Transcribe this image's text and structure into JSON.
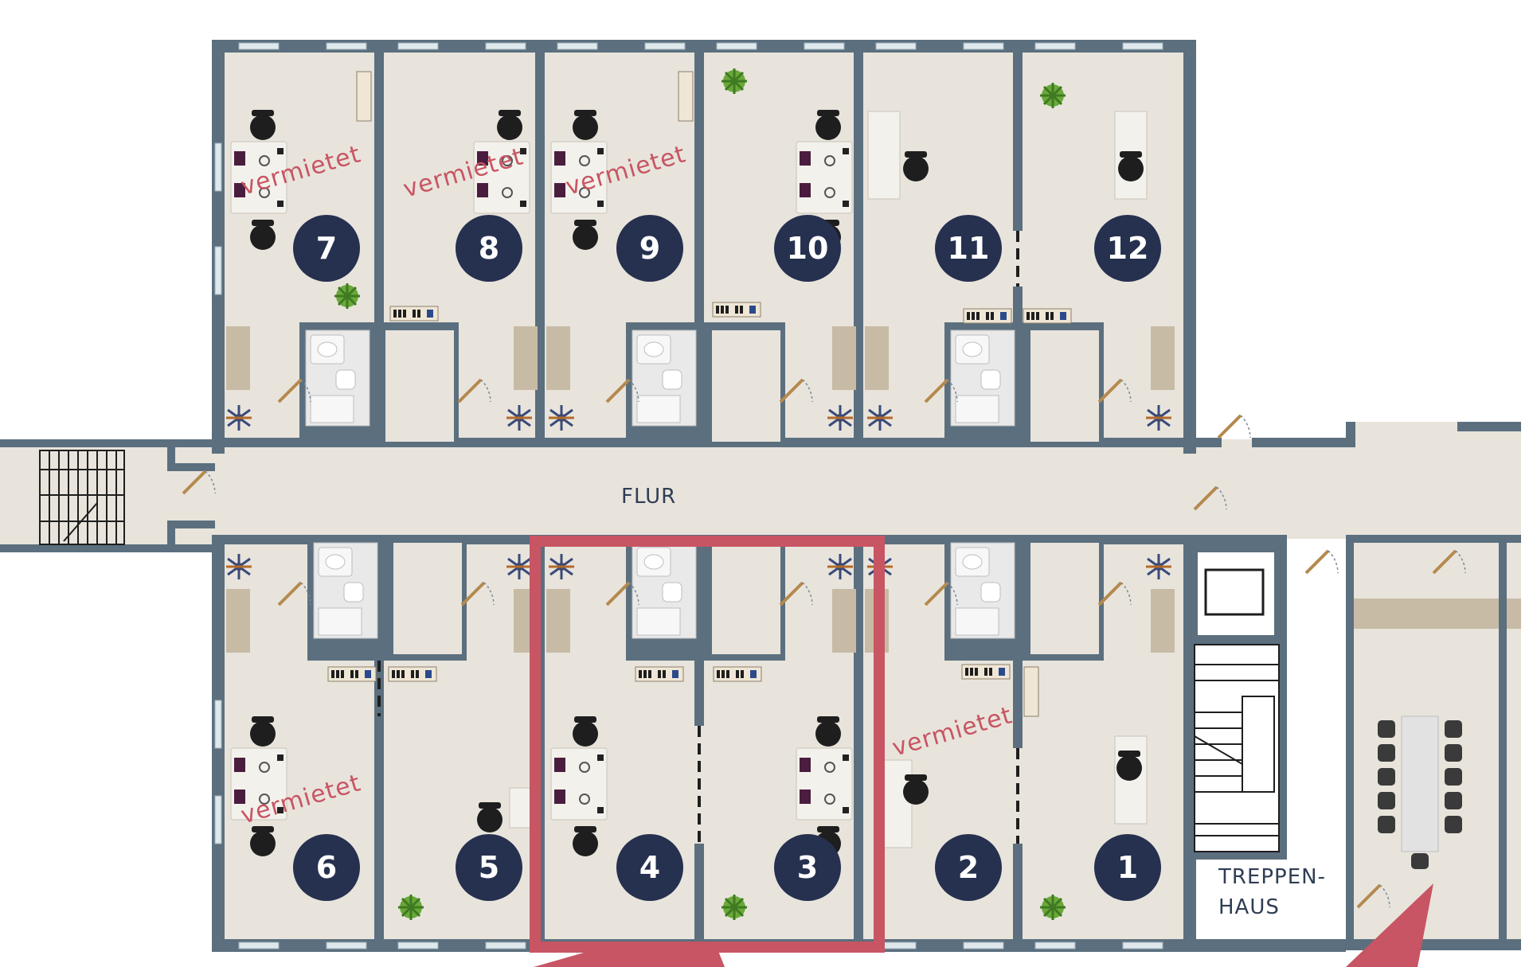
{
  "colors": {
    "wall": "#5b6f7e",
    "floor": "#e8e4dc",
    "badge": "#26304f",
    "highlight": "#c85563",
    "rented_text": "#c85563"
  },
  "rooms": [
    {
      "number": "7",
      "rented": true
    },
    {
      "number": "8",
      "rented": true
    },
    {
      "number": "9",
      "rented": true
    },
    {
      "number": "10",
      "rented": false
    },
    {
      "number": "11",
      "rented": false
    },
    {
      "number": "12",
      "rented": false
    },
    {
      "number": "6",
      "rented": true
    },
    {
      "number": "5",
      "rented": false
    },
    {
      "number": "4",
      "rented": false,
      "highlighted": true
    },
    {
      "number": "3",
      "rented": false,
      "highlighted": true
    },
    {
      "number": "2",
      "rented": true
    },
    {
      "number": "1",
      "rented": false
    }
  ],
  "rented_label": "vermietet",
  "corridor_label": "FLUR",
  "stair_label_line1": "TREPPEN-",
  "stair_label_line2": "HAUS",
  "icons": [
    "desk-icon",
    "office-chair-icon",
    "plant-icon",
    "bookshelf-icon",
    "coat-rack-icon",
    "toilet-icon",
    "sink-icon",
    "shower-icon",
    "door-icon",
    "conference-table-icon",
    "arrow-pointer-icon"
  ]
}
